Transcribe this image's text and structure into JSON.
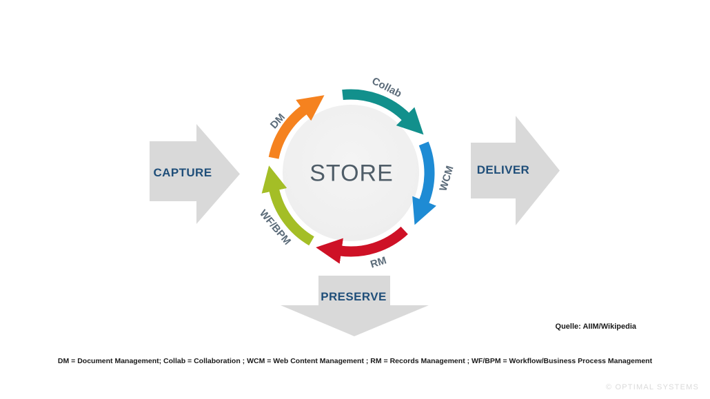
{
  "slide": {
    "center_label": "STORE",
    "flow_stages": {
      "capture_label": "CAPTURE",
      "deliver_label": "DELIVER",
      "preserve_label": "PRESERVE"
    },
    "cycle_segments": [
      {
        "label": "DM",
        "color": "#F5821F"
      },
      {
        "label": "Collab",
        "color": "#12908C"
      },
      {
        "label": "WCM",
        "color": "#1E8BD4"
      },
      {
        "label": "RM",
        "color": "#CE1126"
      },
      {
        "label": "WF/BPM",
        "color": "#A4BE26"
      }
    ],
    "source_note": "Quelle: AIIM/Wikipedia",
    "legend_text": "DM = Document Management; Collab = Collaboration ; WCM = Web Content Management ; RM = Records Management ; WF/BPM = Workflow/Business Process Management",
    "copyright": "© OPTIMAL SYSTEMS",
    "colors": {
      "flow_arrow_fill": "#D9D9D9",
      "flow_label_text": "#1F4E79",
      "store_circle_fill": "#EFEFEF",
      "store_label_text": "#4F5D68",
      "cycle_label_text": "#5B6B79",
      "background": "#FFFFFF"
    }
  }
}
